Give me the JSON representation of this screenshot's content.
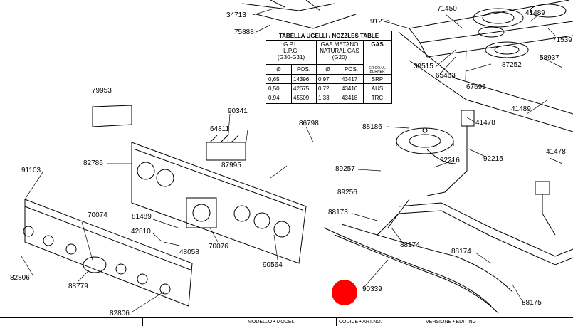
{
  "part_labels": [
    {
      "id": "34713",
      "text": "34713"
    },
    {
      "id": "75888",
      "text": "75888"
    },
    {
      "id": "91215",
      "text": "91215"
    },
    {
      "id": "71450",
      "text": "71450"
    },
    {
      "id": "41489a",
      "text": "41489"
    },
    {
      "id": "71539",
      "text": "71539"
    },
    {
      "id": "58937",
      "text": "58937"
    },
    {
      "id": "39515",
      "text": "39515"
    },
    {
      "id": "87252",
      "text": "87252"
    },
    {
      "id": "65463",
      "text": "65463"
    },
    {
      "id": "67695",
      "text": "67695"
    },
    {
      "id": "41489b",
      "text": "41489"
    },
    {
      "id": "41478a",
      "text": "41478"
    },
    {
      "id": "41478b",
      "text": "41478"
    },
    {
      "id": "79953",
      "text": "79953"
    },
    {
      "id": "90341",
      "text": "90341"
    },
    {
      "id": "64811",
      "text": "64811"
    },
    {
      "id": "86798",
      "text": "86798"
    },
    {
      "id": "88186",
      "text": "88186"
    },
    {
      "id": "92216",
      "text": "92216"
    },
    {
      "id": "92215",
      "text": "92215"
    },
    {
      "id": "87995",
      "text": "87995"
    },
    {
      "id": "89257",
      "text": "89257"
    },
    {
      "id": "89256",
      "text": "89256"
    },
    {
      "id": "82786",
      "text": "82786"
    },
    {
      "id": "91103",
      "text": "91103"
    },
    {
      "id": "70074",
      "text": "70074"
    },
    {
      "id": "81489",
      "text": "81489"
    },
    {
      "id": "42810",
      "text": "42810"
    },
    {
      "id": "48058",
      "text": "48058"
    },
    {
      "id": "70076",
      "text": "70076"
    },
    {
      "id": "88173",
      "text": "88173"
    },
    {
      "id": "88174a",
      "text": "88174"
    },
    {
      "id": "88174b",
      "text": "88174"
    },
    {
      "id": "90564",
      "text": "90564"
    },
    {
      "id": "82806a",
      "text": "82806"
    },
    {
      "id": "88779",
      "text": "88779"
    },
    {
      "id": "82806b",
      "text": "82806"
    },
    {
      "id": "90339",
      "text": "90339"
    },
    {
      "id": "88175",
      "text": "88175"
    }
  ],
  "nozzle_table": {
    "title": "TABELLA UGELLI / NOZZLES TABLE",
    "col1_h1": "G.P.L.",
    "col1_h2": "L.P.G.",
    "col1_h3": "(G30-G31)",
    "col2_h1": "GAS METANO",
    "col2_h2": "NATURAL GAS",
    "col2_h3": "(G20)",
    "col3_h1": "GAS",
    "col3_h2": "ERICO.UL BURNER",
    "sub_dia1": "Ø",
    "sub_pos1": "POS.",
    "sub_dia2": "Ø",
    "sub_pos2": "POS.",
    "rows": [
      {
        "d1": "0,65",
        "p1": "14396",
        "d2": "0,97",
        "p2": "43417",
        "g": "SRP"
      },
      {
        "d1": "0,50",
        "p1": "42675",
        "d2": "0,72",
        "p2": "43416",
        "g": "AUS"
      },
      {
        "d1": "0,94",
        "p1": "45509",
        "d2": "1,33",
        "p2": "43418",
        "g": "TRC"
      }
    ]
  },
  "title_block": {
    "modello": "MODELLO • MODEL",
    "codice": "CODICE • ART.NO.",
    "versione": "VERSIONE • EDITING"
  },
  "colors": {
    "marker": "#ff0000",
    "ink": "#000000"
  }
}
